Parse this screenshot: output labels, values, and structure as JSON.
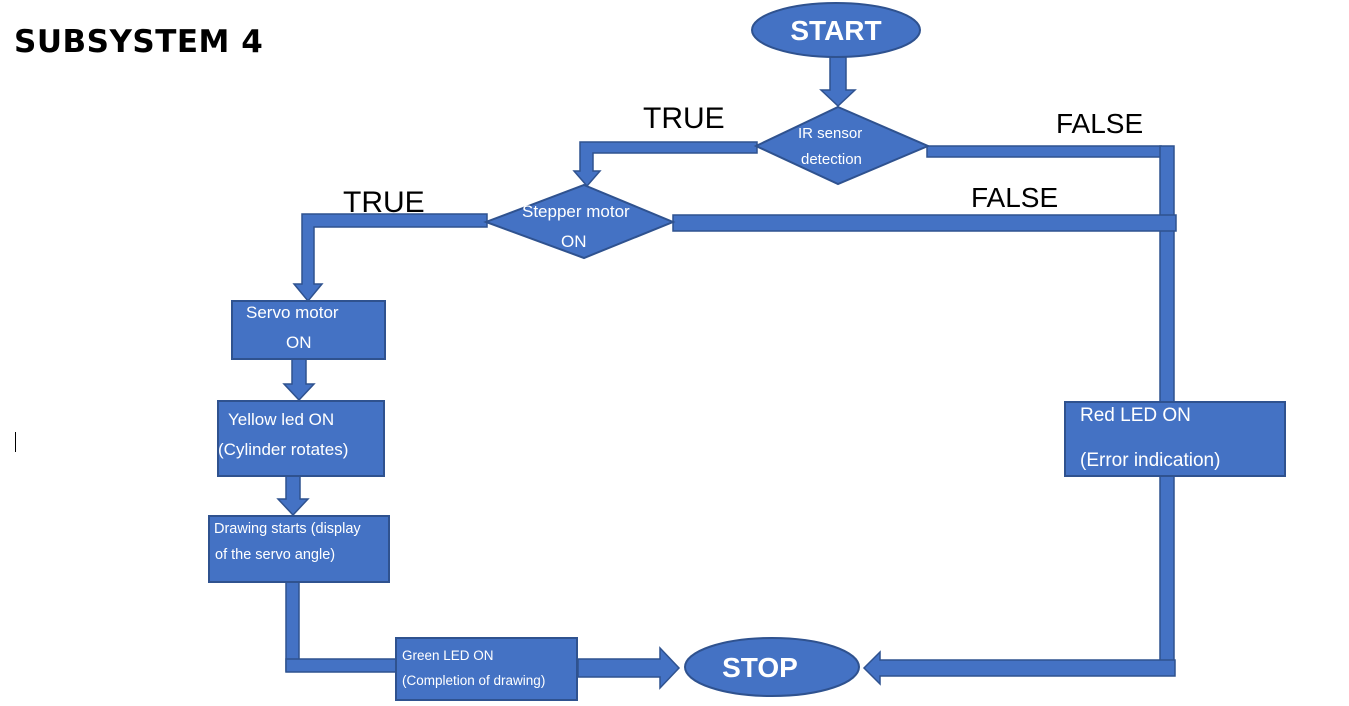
{
  "title": "SUBSYSTEM 4",
  "nodes": {
    "start": "START",
    "ir_line1": "IR sensor",
    "ir_line2": "detection",
    "stepper_line1": "Stepper motor",
    "stepper_line2": "ON",
    "servo_line1": "Servo motor",
    "servo_line2": "ON",
    "yellow_line1": "Yellow led ON",
    "yellow_line2": "(Cylinder rotates)",
    "drawing_line1": "Drawing starts (display",
    "drawing_line2": "of the servo angle)",
    "green_line1": "Green LED ON",
    "green_line2": "(Completion of drawing)",
    "red_line1": "Red LED ON",
    "red_line2": "(Error indication)",
    "stop": "STOP"
  },
  "edge_labels": {
    "ir_true": "TRUE",
    "ir_false": "FALSE",
    "stepper_true": "TRUE",
    "stepper_false": "FALSE"
  },
  "colors": {
    "shape_fill": "#4472C4",
    "shape_border": "#2F528F",
    "shape_text": "#FFFFFF"
  }
}
